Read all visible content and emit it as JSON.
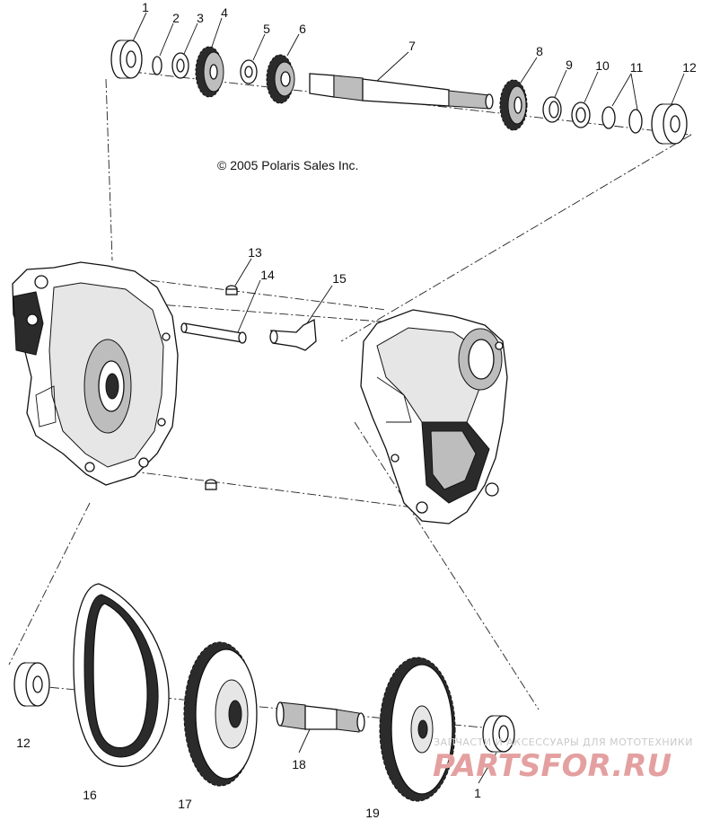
{
  "copyright": "© 2005 Polaris Sales Inc.",
  "callouts": [
    {
      "id": "c1a",
      "text": "1"
    },
    {
      "id": "c2",
      "text": "2"
    },
    {
      "id": "c3",
      "text": "3"
    },
    {
      "id": "c4",
      "text": "4"
    },
    {
      "id": "c5",
      "text": "5"
    },
    {
      "id": "c6",
      "text": "6"
    },
    {
      "id": "c7",
      "text": "7"
    },
    {
      "id": "c8",
      "text": "8"
    },
    {
      "id": "c9",
      "text": "9"
    },
    {
      "id": "c10",
      "text": "10"
    },
    {
      "id": "c11",
      "text": "11"
    },
    {
      "id": "c12a",
      "text": "12"
    },
    {
      "id": "c13",
      "text": "13"
    },
    {
      "id": "c14",
      "text": "14"
    },
    {
      "id": "c15",
      "text": "15"
    },
    {
      "id": "c12b",
      "text": "12"
    },
    {
      "id": "c16",
      "text": "16"
    },
    {
      "id": "c17",
      "text": "17"
    },
    {
      "id": "c18",
      "text": "18"
    },
    {
      "id": "c19",
      "text": "19"
    },
    {
      "id": "c1b",
      "text": "1"
    }
  ],
  "watermark": {
    "tagline": "ЗАПЧАСТИ И АКСЕССУАРЫ ДЛЯ МОТОТЕХНИКИ",
    "brand": "PARTSFOR.RU"
  },
  "colors": {
    "line": "#111111",
    "watermark": "#e4a0a0"
  }
}
